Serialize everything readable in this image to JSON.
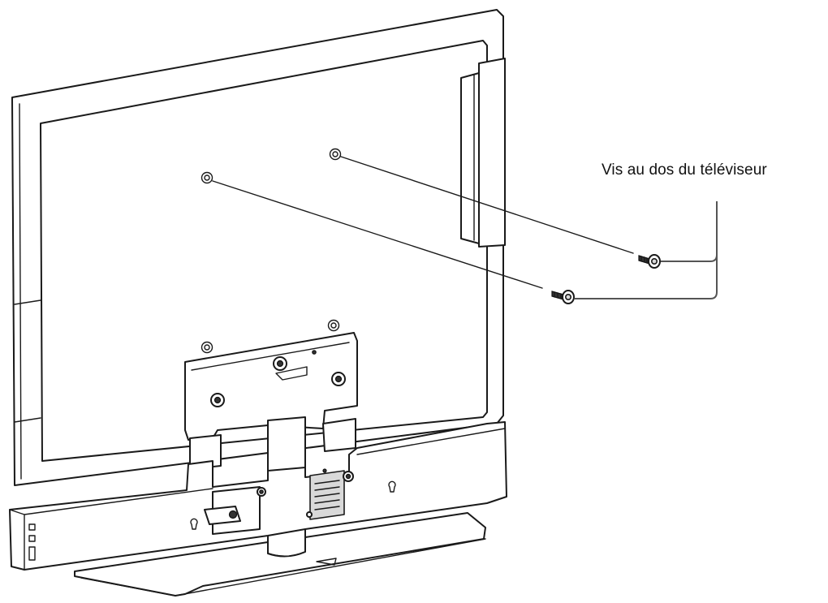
{
  "callout": {
    "label": "Vis au dos du téléviseur"
  },
  "colors": {
    "line": "#1a1a1a",
    "background": "#ffffff",
    "callout_line": "#555555"
  },
  "parts": {
    "screws_count": 2,
    "mounting_holes_count": 4
  }
}
